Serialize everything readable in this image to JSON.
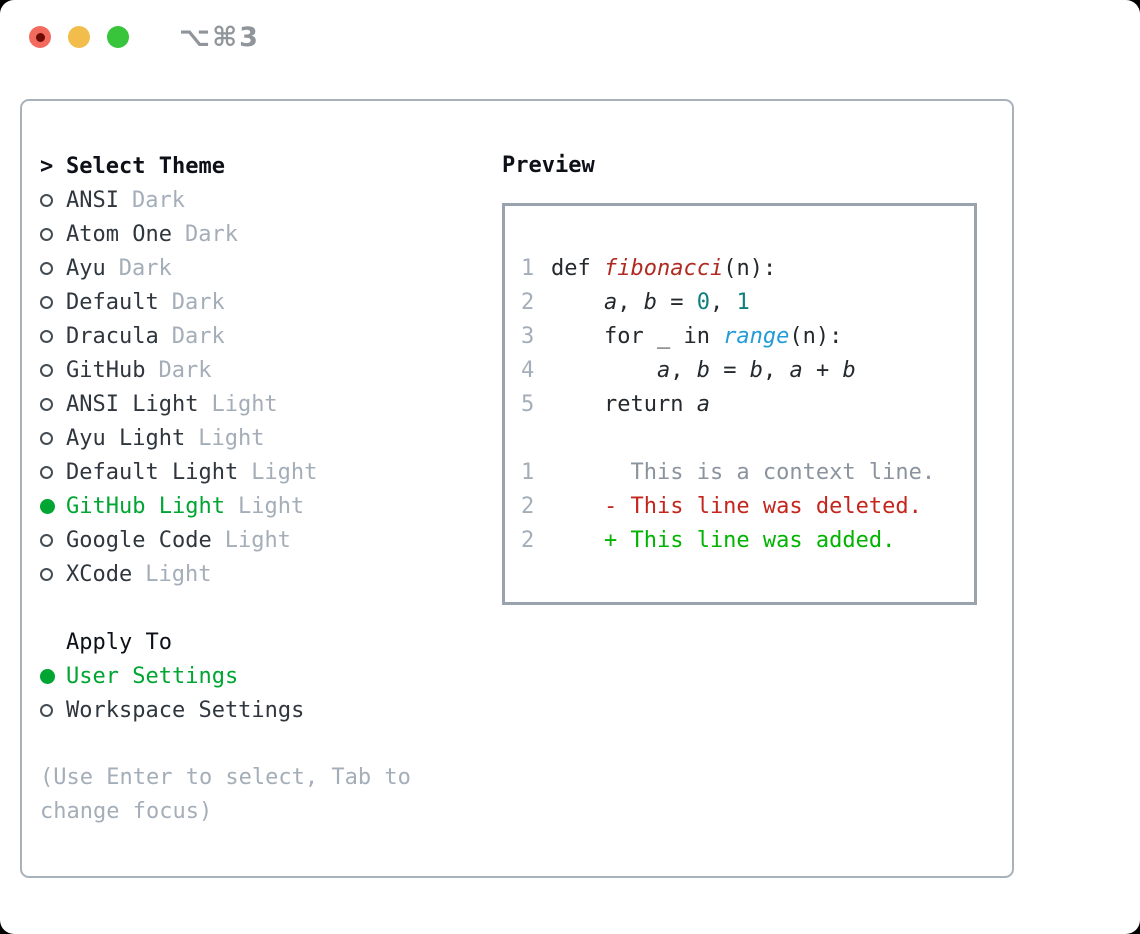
{
  "window": {
    "title": "⌥⌘3",
    "controls": {
      "close": "close-button",
      "minimize": "minimize-button",
      "zoom": "zoom-button"
    }
  },
  "theme_picker": {
    "prompt": ">",
    "header": "Select Theme",
    "items": [
      {
        "name": "ANSI",
        "tag": "Dark",
        "selected": false
      },
      {
        "name": "Atom One",
        "tag": "Dark",
        "selected": false
      },
      {
        "name": "Ayu",
        "tag": "Dark",
        "selected": false
      },
      {
        "name": "Default",
        "tag": "Dark",
        "selected": false
      },
      {
        "name": "Dracula",
        "tag": "Dark",
        "selected": false
      },
      {
        "name": "GitHub",
        "tag": "Dark",
        "selected": false
      },
      {
        "name": "ANSI Light",
        "tag": "Light",
        "selected": false
      },
      {
        "name": "Ayu Light",
        "tag": "Light",
        "selected": false
      },
      {
        "name": "Default Light",
        "tag": "Light",
        "selected": false
      },
      {
        "name": "GitHub Light",
        "tag": "Light",
        "selected": true
      },
      {
        "name": "Google Code",
        "tag": "Light",
        "selected": false
      },
      {
        "name": "XCode",
        "tag": "Light",
        "selected": false
      }
    ],
    "apply_to": {
      "header": "Apply To",
      "options": [
        {
          "name": "User Settings",
          "selected": true
        },
        {
          "name": "Workspace Settings",
          "selected": false
        }
      ]
    },
    "hint_line1": "(Use Enter to select, Tab to",
    "hint_line2": "change focus)"
  },
  "preview": {
    "header": "Preview",
    "code_lines": [
      {
        "num": "1",
        "tokens": [
          {
            "text": "def ",
            "style": "plain"
          },
          {
            "text": "fibonacci",
            "style": "func"
          },
          {
            "text": "(n):",
            "style": "plain"
          }
        ]
      },
      {
        "num": "2",
        "tokens": [
          {
            "text": "    ",
            "style": "plain"
          },
          {
            "text": "a",
            "style": "var"
          },
          {
            "text": ", ",
            "style": "plain"
          },
          {
            "text": "b",
            "style": "var"
          },
          {
            "text": " = ",
            "style": "plain"
          },
          {
            "text": "0",
            "style": "num"
          },
          {
            "text": ", ",
            "style": "plain"
          },
          {
            "text": "1",
            "style": "num"
          }
        ]
      },
      {
        "num": "3",
        "tokens": [
          {
            "text": "    for _ in ",
            "style": "plain"
          },
          {
            "text": "range",
            "style": "call"
          },
          {
            "text": "(n):",
            "style": "plain"
          }
        ]
      },
      {
        "num": "4",
        "tokens": [
          {
            "text": "        ",
            "style": "plain"
          },
          {
            "text": "a",
            "style": "var"
          },
          {
            "text": ", ",
            "style": "plain"
          },
          {
            "text": "b",
            "style": "var"
          },
          {
            "text": " = ",
            "style": "plain"
          },
          {
            "text": "b",
            "style": "var"
          },
          {
            "text": ", ",
            "style": "plain"
          },
          {
            "text": "a",
            "style": "var"
          },
          {
            "text": " + ",
            "style": "plain"
          },
          {
            "text": "b",
            "style": "var"
          }
        ]
      },
      {
        "num": "5",
        "tokens": [
          {
            "text": "    return ",
            "style": "plain"
          },
          {
            "text": "a",
            "style": "var"
          }
        ]
      }
    ],
    "diff_lines": [
      {
        "num": "1",
        "marker": " ",
        "text": "This is a context line.",
        "style": "ctx"
      },
      {
        "num": "2",
        "marker": "-",
        "text": "This line was deleted.",
        "style": "del"
      },
      {
        "num": "2",
        "marker": "+",
        "text": "This line was added.",
        "style": "add"
      }
    ]
  },
  "colors": {
    "accent-green": "#00a532",
    "added-green": "#02b302",
    "deleted-red": "#c4261d",
    "func-red": "#b02a21",
    "number-teal": "#0f7f7e",
    "call-blue": "#239bd8",
    "muted-gray": "#a4aeb9",
    "context-gray": "#8b949e",
    "text-dark": "#24292e",
    "panel-border": "#a9b2bb",
    "preview-border": "#9aa3ad",
    "title-gray": "#8f959b",
    "tl-red": "#f26b5e",
    "tl-yellow": "#f2bd4a",
    "tl-green": "#38c53c"
  }
}
